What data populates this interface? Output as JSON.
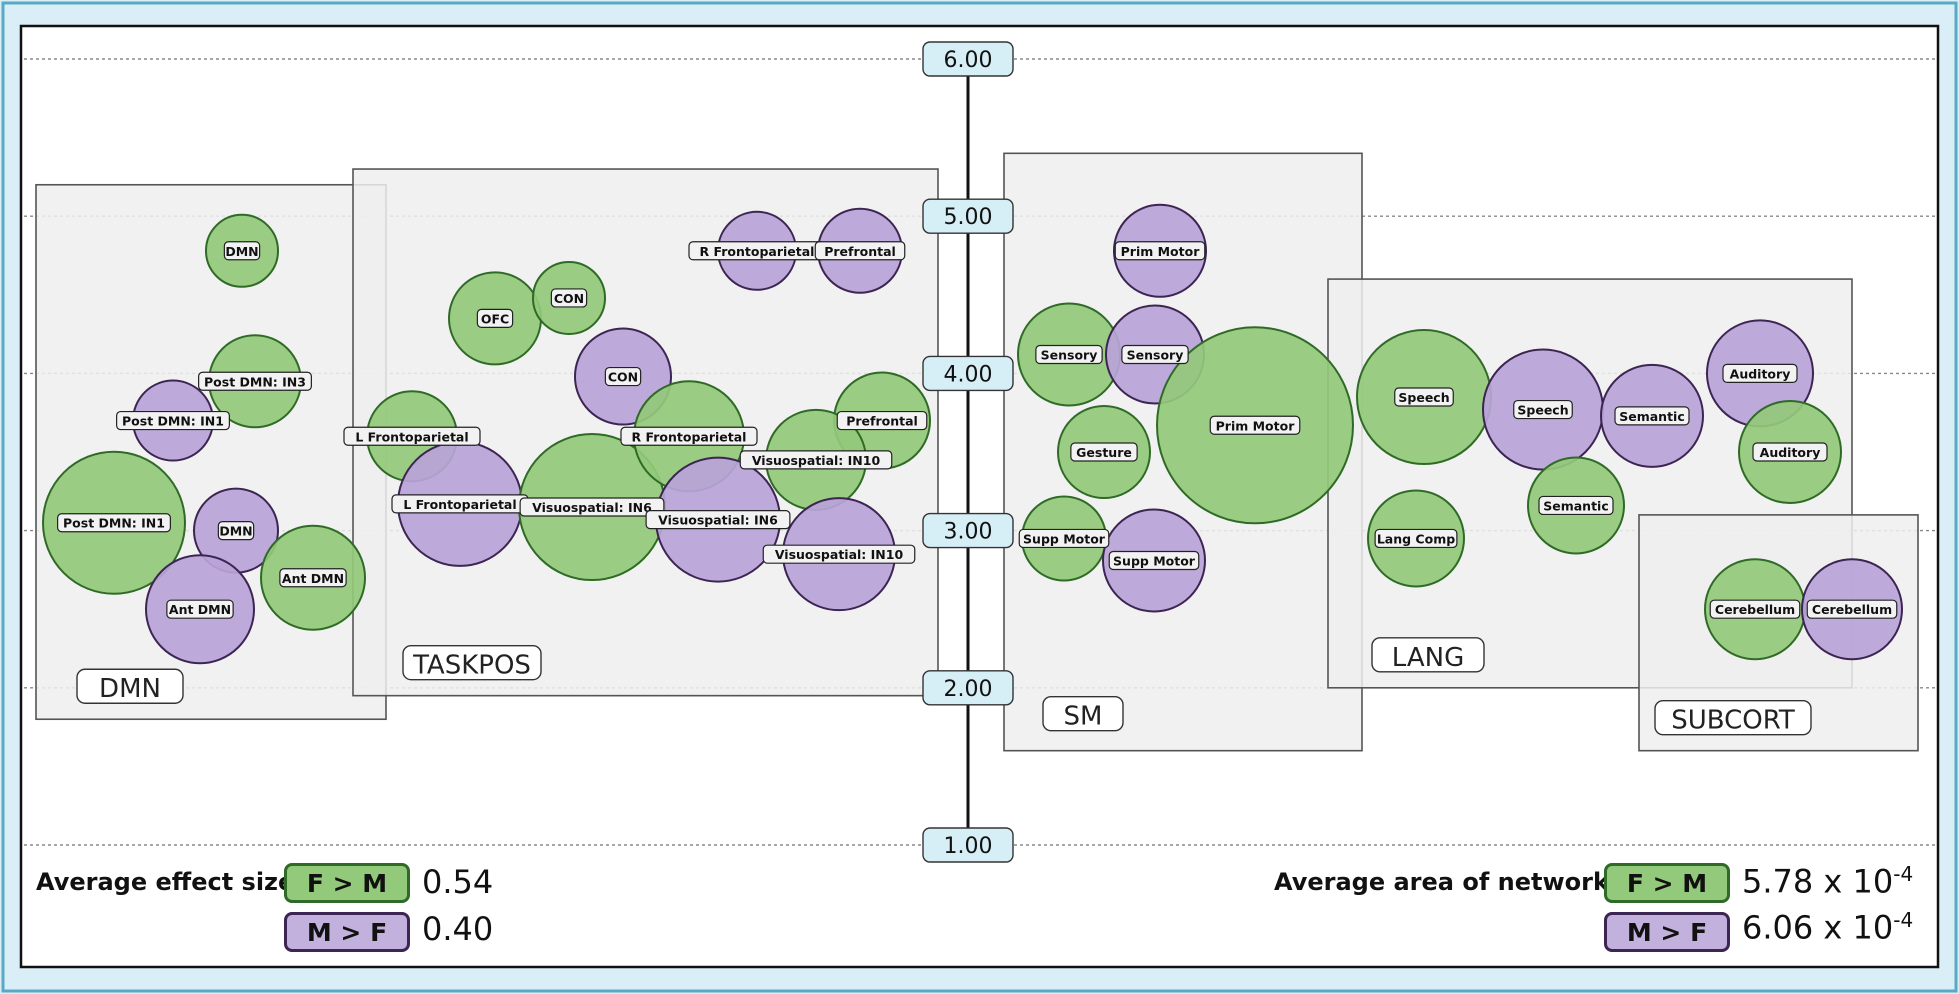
{
  "colors": {
    "female_gt_male": "#93c97a",
    "female_gt_male_border": "#2f6b26",
    "male_gt_female": "#b9a3d8",
    "male_gt_female_border": "#3d2553",
    "group_box": "#efefef",
    "axis_label_bg": "#d6eef6",
    "background": "#d9eef6"
  },
  "legend_left": {
    "title": "Average effect size",
    "fm_label": "F > M",
    "fm_value": "0.54",
    "mf_label": "M > F",
    "mf_value": "0.40"
  },
  "legend_right": {
    "title": "Average area of networks",
    "fm_label": "F > M",
    "fm_value": "5.78 x 10",
    "fm_exp": "-4",
    "mf_label": "M > F",
    "mf_value": "6.06 x 10",
    "mf_exp": "-4"
  },
  "chart_data": {
    "type": "scatter",
    "subtype": "bubble",
    "yaxis": {
      "position": "center",
      "ylim": [
        1,
        6
      ],
      "ticks": [
        1.0,
        2.0,
        3.0,
        4.0,
        5.0,
        6.0
      ],
      "tick_labels": [
        "1.00",
        "2.00",
        "3.00",
        "4.00",
        "5.00",
        "6.00"
      ]
    },
    "grid": true,
    "groups": [
      {
        "name": "DMN",
        "y_range": [
          1.8,
          5.2
        ]
      },
      {
        "name": "TASKPOS",
        "y_range": [
          1.95,
          5.3
        ]
      },
      {
        "name": "SM",
        "y_range": [
          1.6,
          5.4
        ]
      },
      {
        "name": "LANG",
        "y_range": [
          2.0,
          4.6
        ]
      },
      {
        "name": "SUBCORT",
        "y_range": [
          1.6,
          3.1
        ]
      }
    ],
    "series": [
      {
        "name": "F > M",
        "points": [
          {
            "label": "DMN",
            "group": "DMN",
            "y": 4.78
          },
          {
            "label": "Post DMN: IN3",
            "group": "DMN",
            "y": 3.95
          },
          {
            "label": "Post DMN: IN1",
            "group": "DMN",
            "y": 3.05
          },
          {
            "label": "Ant DMN",
            "group": "DMN",
            "y": 2.7
          },
          {
            "label": "CON",
            "group": "TASKPOS",
            "y": 4.48
          },
          {
            "label": "OFC",
            "group": "TASKPOS",
            "y": 4.35
          },
          {
            "label": "L Frontoparietal",
            "group": "TASKPOS",
            "y": 3.6
          },
          {
            "label": "Visuospatial: IN6",
            "group": "TASKPOS",
            "y": 3.15
          },
          {
            "label": "R Frontoparietal",
            "group": "TASKPOS",
            "y": 3.6
          },
          {
            "label": "Prefrontal",
            "group": "TASKPOS",
            "y": 3.7
          },
          {
            "label": "Visuospatial: IN10",
            "group": "TASKPOS",
            "y": 3.45
          },
          {
            "label": "Sensory",
            "group": "SM",
            "y": 4.12
          },
          {
            "label": "Gesture",
            "group": "SM",
            "y": 3.5
          },
          {
            "label": "Prim Motor",
            "group": "SM",
            "y": 3.67
          },
          {
            "label": "Supp Motor",
            "group": "SM",
            "y": 2.95
          },
          {
            "label": "Speech",
            "group": "LANG",
            "y": 3.85
          },
          {
            "label": "Lang Comp",
            "group": "LANG",
            "y": 2.95
          },
          {
            "label": "Semantic",
            "group": "LANG",
            "y": 3.16
          },
          {
            "label": "Auditory",
            "group": "LANG",
            "y": 3.5
          },
          {
            "label": "Cerebellum",
            "group": "SUBCORT",
            "y": 2.5
          }
        ]
      },
      {
        "name": "M > F",
        "points": [
          {
            "label": "Post DMN: IN1",
            "group": "DMN",
            "y": 3.7
          },
          {
            "label": "DMN",
            "group": "DMN",
            "y": 3.0
          },
          {
            "label": "Ant DMN",
            "group": "DMN",
            "y": 2.5
          },
          {
            "label": "R Frontoparietal",
            "group": "TASKPOS",
            "y": 4.78
          },
          {
            "label": "Prefrontal",
            "group": "TASKPOS",
            "y": 4.78
          },
          {
            "label": "CON",
            "group": "TASKPOS",
            "y": 3.98
          },
          {
            "label": "L Frontoparietal",
            "group": "TASKPOS",
            "y": 3.17
          },
          {
            "label": "Visuospatial: IN6",
            "group": "TASKPOS",
            "y": 3.07
          },
          {
            "label": "Visuospatial: IN10",
            "group": "TASKPOS",
            "y": 2.85
          },
          {
            "label": "Prim Motor",
            "group": "SM",
            "y": 4.78
          },
          {
            "label": "Sensory",
            "group": "SM",
            "y": 4.12
          },
          {
            "label": "Supp Motor",
            "group": "SM",
            "y": 2.81
          },
          {
            "label": "Speech",
            "group": "LANG",
            "y": 3.77
          },
          {
            "label": "Semantic",
            "group": "LANG",
            "y": 3.73
          },
          {
            "label": "Auditory",
            "group": "LANG",
            "y": 4.0
          },
          {
            "label": "Cerebellum",
            "group": "SUBCORT",
            "y": 2.5
          }
        ]
      }
    ]
  }
}
